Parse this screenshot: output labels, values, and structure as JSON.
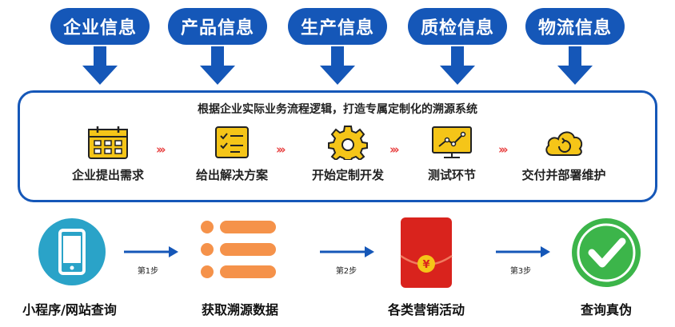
{
  "top_categories": [
    "企业信息",
    "产品信息",
    "生产信息",
    "质检信息",
    "物流信息"
  ],
  "panel": {
    "title": "根据企业实际业务流程逻辑，打造专属定制化的溯源系统",
    "steps": [
      {
        "label": "企业提出需求",
        "icon": "calendar-icon"
      },
      {
        "label": "给出解决方案",
        "icon": "checklist-icon"
      },
      {
        "label": "开始定制开发",
        "icon": "gear-icon"
      },
      {
        "label": "测试环节",
        "icon": "monitor-chart-icon"
      },
      {
        "label": "交付并部署维护",
        "icon": "cloud-refresh-icon"
      }
    ],
    "separator": "›››"
  },
  "bottom_flow": {
    "stages": [
      {
        "label": "小程序/网站查询",
        "icon": "phone-icon"
      },
      {
        "label": "获取溯源数据",
        "icon": "list-icon"
      },
      {
        "label": "各类营销活动",
        "icon": "red-envelope-icon"
      },
      {
        "label": "查询真伪",
        "icon": "checkmark-icon"
      }
    ],
    "step_labels": [
      "第1步",
      "第2步",
      "第3步"
    ],
    "envelope_symbol": "¥"
  },
  "colors": {
    "primary": "#1557b8",
    "accent_red": "#e84040",
    "icon_yellow": "#f5c518",
    "teal": "#2aa3c8",
    "orange": "#f5924a",
    "green": "#3cb54a"
  }
}
